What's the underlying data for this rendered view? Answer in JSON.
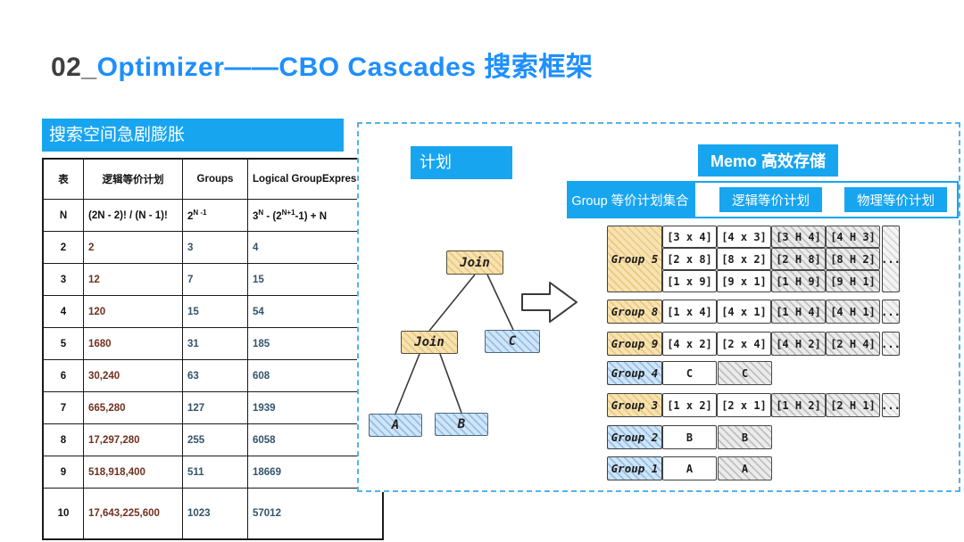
{
  "title": {
    "number": "02_",
    "text": "Optimizer——CBO Cascades 搜索框架"
  },
  "colors": {
    "accent_blue": "#18a5f0",
    "title_blue": "#1e8ffd",
    "formula_red": "#71301f",
    "metric_navy": "#33536b"
  },
  "left_panel": {
    "header": "搜索空间急剧膨胀",
    "table": {
      "columns": [
        "表",
        "逻辑等价计划",
        "Groups",
        "Logical GroupExpression"
      ],
      "rows": [
        [
          "N",
          "(2N - 2)! / (N - 1)!",
          "2<sup>N -1</sup>",
          "3<sup>N</sup> - (2<sup>N+1</sup>-1) + N"
        ],
        [
          "2",
          "2",
          "3",
          "4"
        ],
        [
          "3",
          "12",
          "7",
          "15"
        ],
        [
          "4",
          "120",
          "15",
          "54"
        ],
        [
          "5",
          "1680",
          "31",
          "185"
        ],
        [
          "6",
          "30,240",
          "63",
          "608"
        ],
        [
          "7",
          "665,280",
          "127",
          "1939"
        ],
        [
          "8",
          "17,297,280",
          "255",
          "6058"
        ],
        [
          "9",
          "518,918,400",
          "511",
          "18669"
        ],
        [
          "10",
          "17,643,225,600",
          "1023",
          "57012"
        ]
      ]
    }
  },
  "right_panel": {
    "plan_label": "计划",
    "memo_label": "Memo 高效存储",
    "legend": {
      "group_set": "Group 等价计划集合",
      "logical": "逻辑等价计划",
      "physical": "物理等价计划"
    },
    "tree": {
      "root": "Join",
      "left_child": "Join",
      "leaf_a": "A",
      "leaf_b": "B",
      "leaf_c": "C"
    },
    "memo": {
      "dots": "...",
      "groups": [
        {
          "name": "Group 5",
          "label_style": "tan",
          "has_dots": true,
          "rows": [
            [
              "[3 x 4]",
              "[4 x 3]",
              "[3 H 4]",
              "[4 H 3]"
            ],
            [
              "[2 x 8]",
              "[8 x 2]",
              "[2 H 8]",
              "[8 H 2]"
            ],
            [
              "[1 x 9]",
              "[9 x 1]",
              "[1 H 9]",
              "[9 H 1]"
            ]
          ]
        },
        {
          "name": "Group 8",
          "label_style": "tan",
          "has_dots": true,
          "rows": [
            [
              "[1 x 4]",
              "[4 x 1]",
              "[1 H 4]",
              "[4 H 1]"
            ]
          ]
        },
        {
          "name": "Group 9",
          "label_style": "tan",
          "has_dots": true,
          "rows": [
            [
              "[4 x 2]",
              "[2 x 4]",
              "[4 H 2]",
              "[2 H 4]"
            ]
          ]
        },
        {
          "name": "Group 4",
          "label_style": "blue",
          "has_dots": false,
          "rows": [
            [
              "C",
              "C"
            ]
          ]
        },
        {
          "name": "Group 3",
          "label_style": "tan",
          "has_dots": true,
          "rows": [
            [
              "[1 x 2]",
              "[2 x 1]",
              "[1 H 2]",
              "[2 H 1]"
            ]
          ]
        },
        {
          "name": "Group 2",
          "label_style": "blue",
          "has_dots": false,
          "rows": [
            [
              "B",
              "B"
            ]
          ]
        },
        {
          "name": "Group 1",
          "label_style": "blue",
          "has_dots": false,
          "rows": [
            [
              "A",
              "A"
            ]
          ]
        }
      ]
    }
  }
}
